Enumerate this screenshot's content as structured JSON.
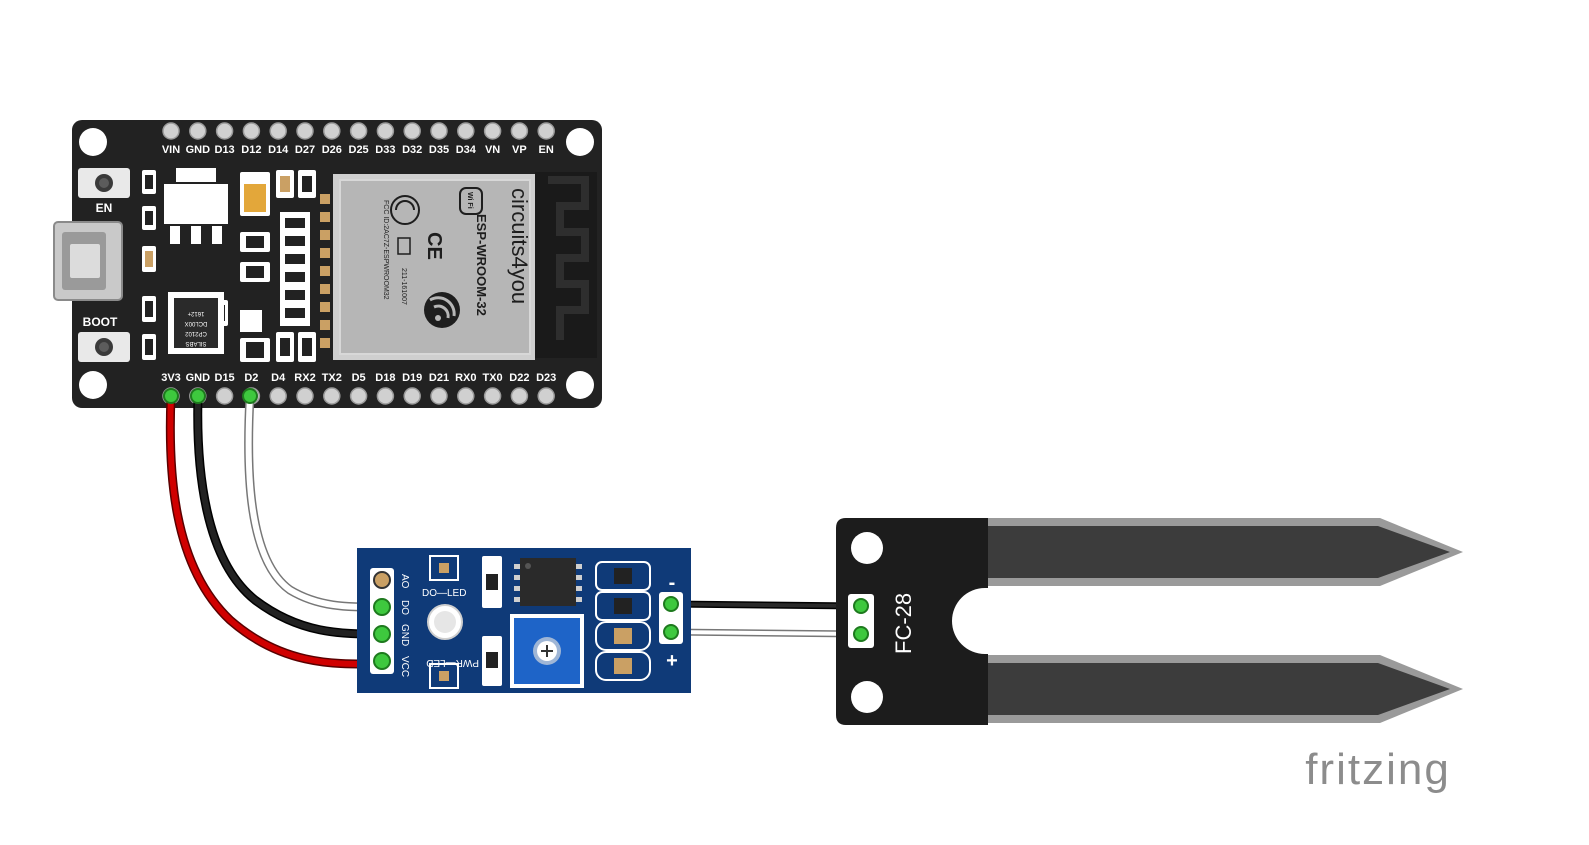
{
  "esp32": {
    "top_pins": [
      "VIN",
      "GND",
      "D13",
      "D12",
      "D14",
      "D27",
      "D26",
      "D25",
      "D33",
      "D32",
      "D35",
      "D34",
      "VN",
      "VP",
      "EN"
    ],
    "bottom_pins": [
      "3V3",
      "GND",
      "D15",
      "D2",
      "D4",
      "RX2",
      "TX2",
      "D5",
      "D18",
      "D19",
      "D21",
      "RX0",
      "TX0",
      "D22",
      "D23"
    ],
    "en_button_label": "EN",
    "boot_button_label": "BOOT",
    "module_brand": "circuits4you",
    "module_name": "ESP-WROOM-32",
    "wifi_logo": "Wi Fi",
    "ce_mark": "CE",
    "usb_chip_lines": [
      "SILABS",
      "CP2102",
      "DCL00X",
      "1612+"
    ],
    "fcc_id": "FCC ID:2AC7Z-ESPWROOM32",
    "cert_id": "211-161007",
    "board_color": "#222222"
  },
  "sensor_module": {
    "pin_labels": [
      "AO",
      "DO",
      "GND",
      "VCC"
    ],
    "do_led_label": "DO—LED",
    "pwr_led_label": "PWR—LED",
    "minus_label": "-",
    "plus_label": "+",
    "board_color": "#0f3a78"
  },
  "probe": {
    "label": "FC-28",
    "board_color": "#1c1c1c",
    "prong_color": "#3c3c3c"
  },
  "wires": [
    {
      "from": "3V3",
      "to": "VCC",
      "color": "#d00000"
    },
    {
      "from": "GND",
      "to": "GND",
      "color": "#111111"
    },
    {
      "from": "D2",
      "to": "DO",
      "color": "#ffffff"
    },
    {
      "from": "-",
      "to": "FC-28 pin 1",
      "color": "#111111"
    },
    {
      "from": "+",
      "to": "FC-28 pin 2",
      "color": "#ffffff"
    }
  ],
  "watermark": "fritzing",
  "colors": {
    "connector_green": "#3ec83e",
    "pin_hole": "#d0d0d0",
    "shield_silver": "#b4b4b4",
    "pot_blue": "#1e64c8",
    "watermark_gray": "#8c8c8c"
  }
}
